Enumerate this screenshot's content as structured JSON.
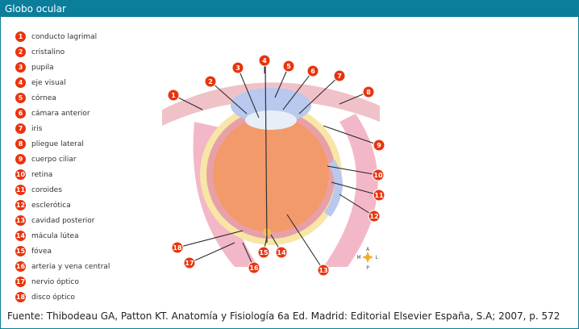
{
  "title": "Globo ocular",
  "labels": [
    "conducto lagrimal",
    "cristalino",
    "pupila",
    "eje visual",
    "córnea",
    "cámara anterior",
    "iris",
    "pliegue lateral",
    "cuerpo ciliar",
    "retina",
    "coroides",
    "esclerótica",
    "cavidad posterior",
    "mácula lútea",
    "fóvea",
    "arteria y vena central",
    "nervio óptico",
    "disco óptico"
  ],
  "compass": {
    "a": "A",
    "p": "P",
    "m": "M",
    "l": "L"
  },
  "source": "Fuente: Thibodeau GA, Patton KT. Anatomía y Fisiología 6a Ed. Madrid: Editorial Elsevier España, S.A; 2007, p. 572",
  "colors": {
    "header": "#0b7e9b",
    "marker": "#e8340e"
  }
}
